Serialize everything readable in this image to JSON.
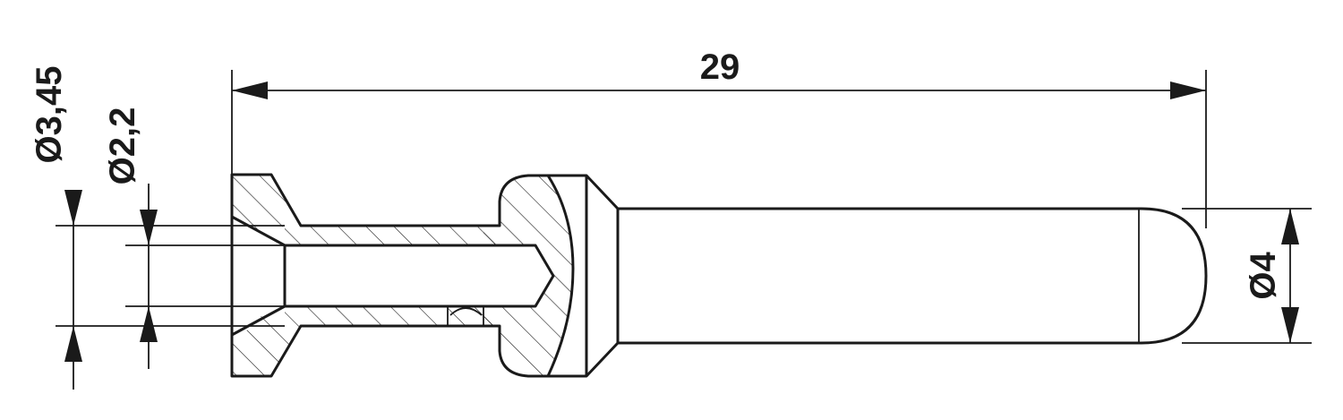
{
  "drawing": {
    "dimensions": {
      "overall_length": "29",
      "outer_diameter": "Ø3,45",
      "inner_diameter": "Ø2,2",
      "pin_diameter": "Ø4"
    }
  }
}
